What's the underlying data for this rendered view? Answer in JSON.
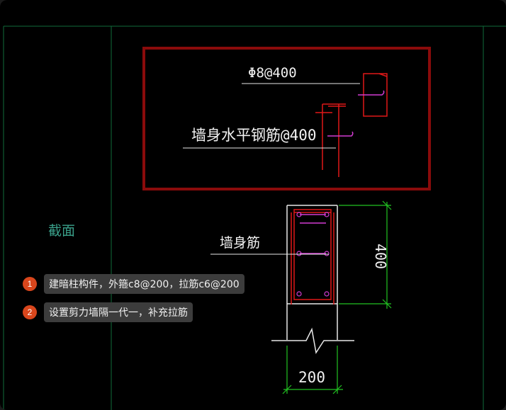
{
  "drawing": {
    "detail_label_1": "Φ8@400",
    "detail_label_2": "墙身水平钢筋@400",
    "section_label": "截面",
    "wall_rebar_label": "墙身筋",
    "dim_height": "400",
    "dim_width": "200"
  },
  "annotations": [
    {
      "number": "1",
      "text": "建暗柱构件，外箍c8@200，拉筋c6@200"
    },
    {
      "number": "2",
      "text": "设置剪力墙隔一代一，补充拉筋"
    }
  ],
  "colors": {
    "frame_border": "#8a0b0b",
    "rebar": "#e01818",
    "wall": "#e8e8e8",
    "tie": "#d23cd2",
    "dimension": "#22c322",
    "grid": "#0f6b3a",
    "badge": "#d9461c"
  }
}
